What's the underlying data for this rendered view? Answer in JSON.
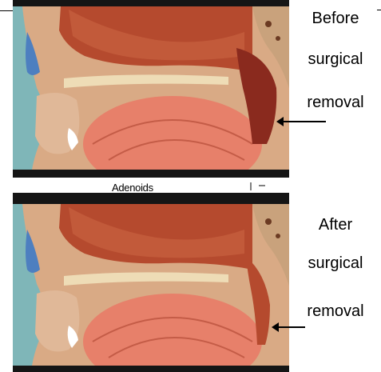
{
  "before": {
    "label_lines": [
      "Before",
      "surgical",
      "removal"
    ]
  },
  "after": {
    "label_lines": [
      "After",
      "surgical",
      "removal"
    ]
  },
  "caption": "Adenoids",
  "colors": {
    "frame": "#151515",
    "background": "#ffffff",
    "skin_blue": "#7fb6b8",
    "tissue_red": "#b54a2e",
    "tissue_dark": "#8e2e1c",
    "bone": "#e8c9a0",
    "tongue": "#e7806a",
    "adenoid": "#8a2a1e"
  },
  "icons": [
    "left-arrow-icon"
  ]
}
